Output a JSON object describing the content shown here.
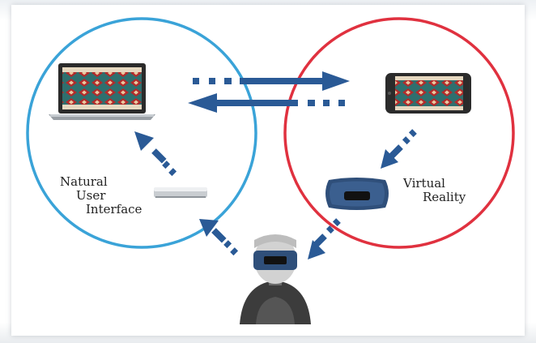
{
  "left_circle": {
    "label_lines": [
      "Natural",
      "User",
      "Interface"
    ],
    "color": "#3aa3d8"
  },
  "right_circle": {
    "label_lines": [
      "Virtual",
      "Reality"
    ],
    "color": "#e0313f"
  },
  "arrow_color": "#2a5a96",
  "icons": {
    "laptop": "laptop-icon",
    "phone": "smartphone-icon",
    "sensor": "motion-sensor-icon",
    "headset": "vr-headset-icon",
    "user": "user-with-vr-headset-icon"
  }
}
